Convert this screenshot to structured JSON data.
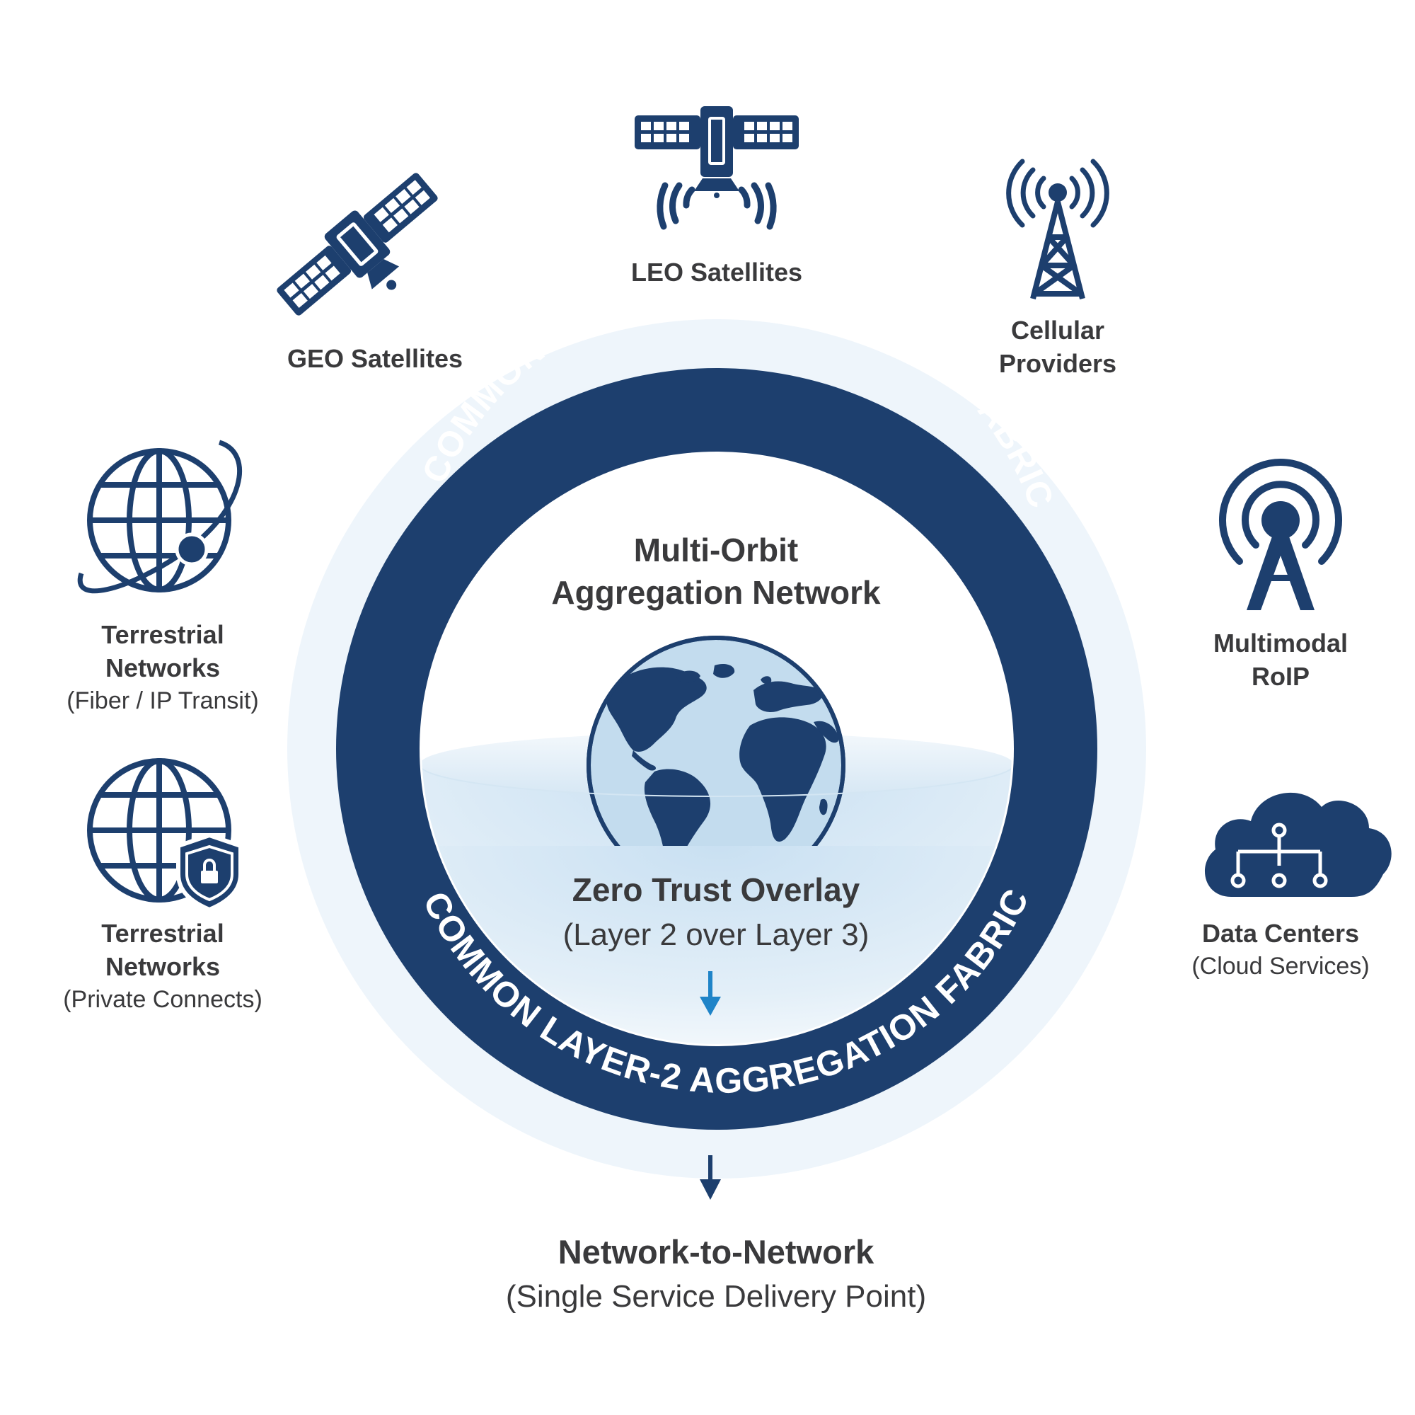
{
  "ring_text_top": "COMMON LAYER-2 AGGREGATION FABRIC",
  "ring_text_bottom": "COMMON LAYER-2 AGGREGATION FABRIC",
  "center": {
    "title_line1": "Multi-Orbit",
    "title_line2": "Aggregation Network",
    "overlay_title": "Zero Trust Overlay",
    "overlay_sub": "(Layer 2 over Layer 3)"
  },
  "nodes": {
    "geo": {
      "line1": "GEO Satellites",
      "icon": "geo-satellite-icon"
    },
    "leo": {
      "line1": "LEO Satellites",
      "icon": "leo-satellite-icon"
    },
    "cellular": {
      "line1": "Cellular",
      "line2": "Providers",
      "icon": "cell-tower-icon"
    },
    "terrestrial_fiber": {
      "line1": "Terrestrial",
      "line2": "Networks",
      "sub": "(Fiber / IP Transit)",
      "icon": "globe-orbit-icon"
    },
    "terrestrial_private": {
      "line1": "Terrestrial",
      "line2": "Networks",
      "sub": "(Private Connects)",
      "icon": "globe-shield-icon"
    },
    "roip": {
      "line1": "Multimodal",
      "line2": "RoIP",
      "icon": "radio-tower-icon"
    },
    "datacenter": {
      "line1": "Data Centers",
      "sub": "(Cloud Services)",
      "icon": "cloud-network-icon"
    }
  },
  "output": {
    "title": "Network-to-Network",
    "sub": "(Single Service Delivery Point)"
  },
  "colors": {
    "navy": "#1d3f6e",
    "text": "#3a3a3c",
    "halo": "#eef5fb",
    "globe_fill": "#b7d4ea",
    "arrow_blue": "#1f84c8"
  }
}
